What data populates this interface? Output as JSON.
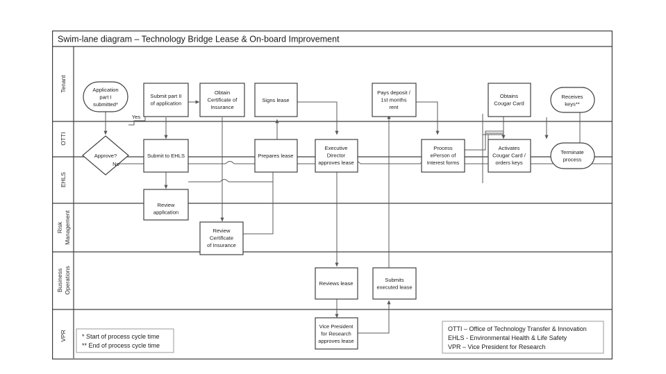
{
  "diagram": {
    "title": "Swim-lane diagram – Technology Bridge Lease & On-board Improvement",
    "lanes": [
      {
        "id": "tenant",
        "label": "Tenant"
      },
      {
        "id": "otti",
        "label": "OTTI"
      },
      {
        "id": "ehls",
        "label": "EHLS"
      },
      {
        "id": "risk",
        "label": "Risk\nManagement"
      },
      {
        "id": "risk_l1",
        "label": "Risk"
      },
      {
        "id": "risk_l2",
        "label": "Management"
      },
      {
        "id": "busops",
        "label": "Business\nOperations"
      },
      {
        "id": "busops_l1",
        "label": "Business"
      },
      {
        "id": "busops_l2",
        "label": "Operations"
      },
      {
        "id": "vpr",
        "label": "VPR"
      }
    ],
    "nodes": [
      {
        "id": "application-part-i",
        "lane": "tenant",
        "shape": "terminator",
        "lines": [
          "Application",
          "part I",
          "submitted*"
        ]
      },
      {
        "id": "submit-part-ii",
        "lane": "tenant",
        "shape": "process",
        "lines": [
          "Submit part II",
          "of application"
        ]
      },
      {
        "id": "obtain-certificate-of-insurance",
        "lane": "tenant",
        "shape": "process",
        "lines": [
          "Obtain",
          "Certificate of",
          "Insurance"
        ]
      },
      {
        "id": "signs-lease",
        "lane": "tenant",
        "shape": "process",
        "lines": [
          "Signs lease"
        ]
      },
      {
        "id": "pays-deposit",
        "lane": "tenant",
        "shape": "process",
        "lines": [
          "Pays deposit /",
          "1st months",
          "rent"
        ],
        "superscript": "st"
      },
      {
        "id": "obtains-cougar-card",
        "lane": "tenant",
        "shape": "process",
        "lines": [
          "Obtains",
          "Cougar Card"
        ]
      },
      {
        "id": "receives-keys",
        "lane": "tenant",
        "shape": "terminator",
        "lines": [
          "Receives",
          "keys**"
        ]
      },
      {
        "id": "approve-decision",
        "lane": "otti",
        "shape": "decision",
        "lines": [
          "Approve?"
        ]
      },
      {
        "id": "submit-to-ehls",
        "lane": "otti",
        "shape": "process",
        "lines": [
          "Submit to EHLS"
        ]
      },
      {
        "id": "prepares-lease",
        "lane": "otti",
        "shape": "process",
        "lines": [
          "Prepares lease"
        ]
      },
      {
        "id": "executive-director-approves-lease",
        "lane": "otti",
        "shape": "process",
        "lines": [
          "Executive",
          "Director",
          "approves lease"
        ]
      },
      {
        "id": "process-eperson-forms",
        "lane": "otti",
        "shape": "process",
        "lines": [
          "Process",
          "ePerson of",
          "Interest forms"
        ]
      },
      {
        "id": "activates-cougar-card",
        "lane": "otti",
        "shape": "process",
        "lines": [
          "Activates",
          "Cougar Card /",
          "orders keys"
        ]
      },
      {
        "id": "terminate-process",
        "lane": "otti",
        "shape": "terminator",
        "lines": [
          "Terminate",
          "process"
        ]
      },
      {
        "id": "review-application",
        "lane": "ehls",
        "shape": "process",
        "lines": [
          "Review",
          "application"
        ]
      },
      {
        "id": "review-certificate-of-insurance",
        "lane": "risk",
        "shape": "process",
        "lines": [
          "Review",
          "Certificate",
          "of Insurance"
        ]
      },
      {
        "id": "reviews-lease",
        "lane": "busops",
        "shape": "process",
        "lines": [
          "Reviews lease"
        ]
      },
      {
        "id": "submits-executed-lease",
        "lane": "busops",
        "shape": "process",
        "lines": [
          "Submits",
          "executed lease"
        ]
      },
      {
        "id": "vice-president-approves-lease",
        "lane": "vpr",
        "shape": "process",
        "lines": [
          "Vice President",
          "for Research",
          "approves lease"
        ]
      }
    ],
    "edge_labels": {
      "yes": "Yes",
      "no": "No"
    },
    "cycle_time_note": {
      "lines": [
        "* Start of process cycle time",
        "** End of process cycle time"
      ]
    },
    "acronym_legend": {
      "lines": [
        "OTTI – Office of Technology Transfer & Innovation",
        "EHLS -  Environmental Health & Life Safety",
        "VPR – Vice President for Research"
      ]
    },
    "colors": {
      "background": "#ffffff",
      "shape_stroke": "#3f3f3f",
      "connector_stroke": "#595959",
      "text": "#1a1a1a",
      "legend_stroke": "#9a9a9a"
    }
  }
}
